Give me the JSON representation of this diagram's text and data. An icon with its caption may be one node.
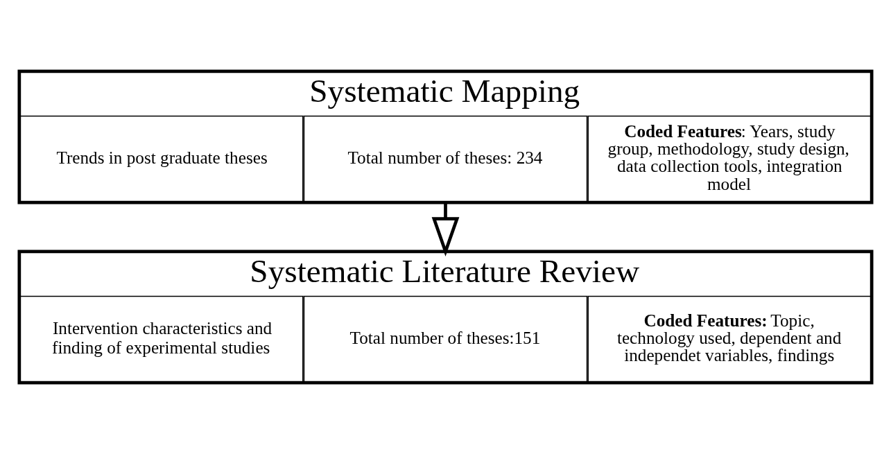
{
  "diagram": {
    "nodes": [
      {
        "text": [
          "Systematic Mapping"
        ]
      },
      {
        "text": [
          "Trends in post graduate theses"
        ],
        "in": 0
      },
      {
        "text": [
          "Total number of theses: 234"
        ],
        "in": 0
      },
      {
        "text": [
          "**Coded Features**: Years, study group, methodology, study design, data collection tools, integration model"
        ],
        "in": 0
      },
      {
        "text": [
          "Systematic Literature Review"
        ]
      },
      {
        "text": [
          "Intervention characteristics and finding of experimental studies"
        ],
        "in": 4
      },
      {
        "text": [
          "Total number of theses:151"
        ],
        "in": 4
      },
      {
        "text": [
          "**Coded Features:** Topic, technology used, dependent and independet variables, findings"
        ],
        "in": 4
      }
    ],
    "edges": [
      {
        "from": 0,
        "to": 4,
        "arrow": "to"
      }
    ]
  }
}
